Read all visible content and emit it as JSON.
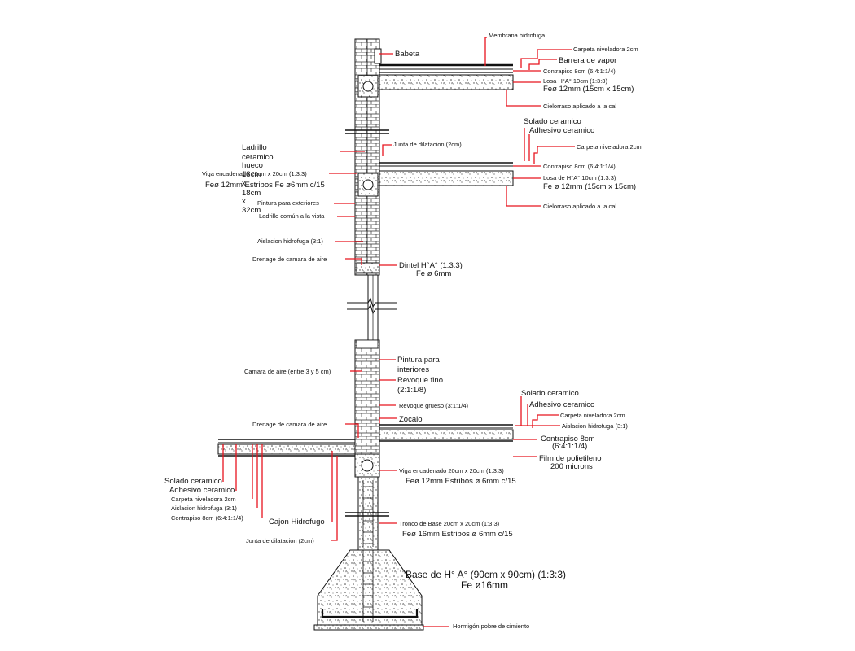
{
  "labels": {
    "membrana": "Membrana hidrofuga",
    "carpeta_1": "Carpeta niveladora 2cm",
    "babeta": "Babeta",
    "barrera": "Barrera de vapor",
    "contrapiso_1": "Contrapiso 8cm (6:4:1:1/4)",
    "losa_1a": "Losa H°A° 10cm (1:3:3)",
    "losa_1b": "Feø 12mm (15cm x 15cm)",
    "cielorraso_1": "Cielorraso aplicado a la cal",
    "ladrillo_hueco": [
      "Ladrillo",
      "ceramico",
      "hueco",
      "18cm",
      "x",
      "18cm",
      "x",
      "32cm"
    ],
    "junta_1": "Junta de dilatacion (2cm)",
    "solado_1": "Solado ceramico",
    "adhesivo_1": "Adhesivo ceramico",
    "carpeta_2": "Carpeta niveladora 2cm",
    "contrapiso_2": "Contrapiso 8cm (6:4:1:1/4)",
    "losa_2a": "Losa de H°A° 10cm (1:3:3)",
    "losa_2b": "Fe ø 12mm (15cm x 15cm)",
    "cielorraso_2": "Cielorraso aplicado a la cal",
    "viga_1a": "Viga encadenado 20cm x 20cm (1:3:3)",
    "viga_1b": "Feø 12mm Estribos Fe ø6mm c/15",
    "pintura_ext": "Pintura para exteriores",
    "ladrillo_comun": "Ladrillo común a la vista",
    "aislacion_1": "Aislacion hidrofuga (3:1)",
    "drenaje_1": "Drenage de camara de aire",
    "dintel_a": "Dintel H°A° (1:3:3)",
    "dintel_b": "Fe ø 6mm",
    "camara": "Camara de aire (entre 3 y 5 cm)",
    "pintura_int_a": "Pintura para",
    "pintura_int_b": "interiores",
    "revoque_fino_a": "Revoque fino",
    "revoque_fino_b": "(2:1:1/8)",
    "revoque_grueso": "Revoque grueso (3:1:1/4)",
    "solado_2": "Solado ceramico",
    "adhesivo_2": "Adhesivo ceramico",
    "drenaje_2": "Drenage de camara de aire",
    "zocalo": "Zocalo",
    "carpeta_3": "Carpeta niveladora 2cm",
    "aislacion_2": "Aislacion hidrofuga (3:1)",
    "contrapiso_3a": "Contrapiso 8cm",
    "contrapiso_3b": "(6:4:1:1/4)",
    "film_a": "Film de polietileno",
    "film_b": "200 microns",
    "viga_2a": "Viga encadenado 20cm x 20cm (1:3:3)",
    "viga_2b": "Feø 12mm Estribos ø 6mm c/15",
    "solado_3": "Solado ceramico",
    "adhesivo_3": "Adhesivo ceramico",
    "carpeta_4": "Carpeta niveladora 2cm",
    "aislacion_3": "Aislacion hidrofuga (3:1)",
    "contrapiso_4": "Contrapiso 8cm (6:4:1:1/4)",
    "cajon": "Cajon Hidrofugo",
    "tronco_a": "Tronco de Base 20cm x 20cm (1:3:3)",
    "tronco_b": "Feø 16mm Estribos ø 6mm c/15",
    "junta_2": "Junta de dilatacion (2cm)",
    "base_a": "Base de H° A° (90cm x 90cm) (1:3:3)",
    "base_b": "Fe ø16mm",
    "hormigon": "Hormigón pobre de cimiento"
  },
  "colors": {
    "leader": "#e8141e",
    "line": "#111111"
  }
}
